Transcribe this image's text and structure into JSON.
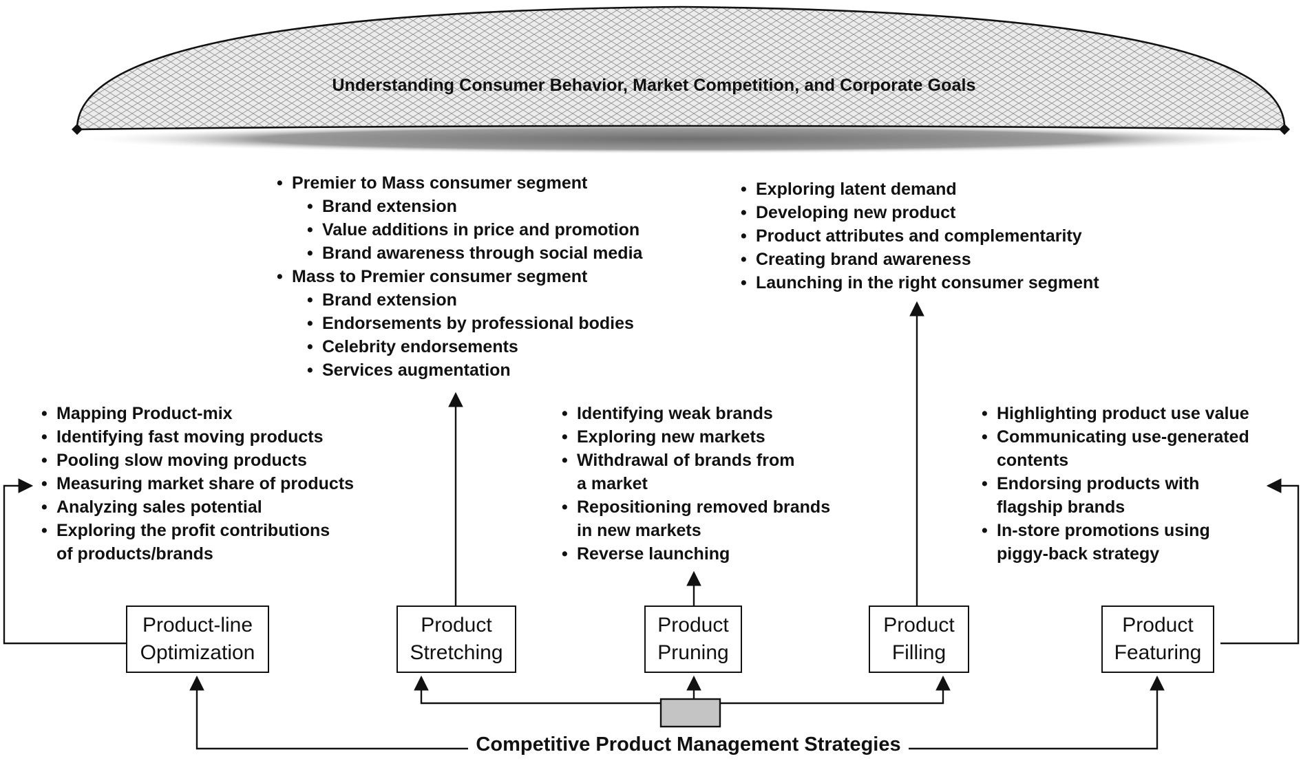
{
  "goal": {
    "label": "Understanding Consumer Behavior, Market Competition, and Corporate Goals"
  },
  "strategies": {
    "optimization": {
      "line1": "Product-line",
      "line2": "Optimization"
    },
    "stretching": {
      "line1": "Product",
      "line2": "Stretching"
    },
    "pruning": {
      "line1": "Product",
      "line2": "Pruning"
    },
    "filling": {
      "line1": "Product",
      "line2": "Filling"
    },
    "featuring": {
      "line1": "Product",
      "line2": "Featuring"
    }
  },
  "optimization_list": [
    "Mapping Product-mix",
    "Identifying fast moving products",
    "Pooling slow moving products",
    "Measuring market share of products",
    "Analyzing sales potential",
    "Exploring the profit contributions",
    "of products/brands"
  ],
  "stretching_list": {
    "group1": {
      "heading": "Premier to Mass consumer segment",
      "items": [
        "Brand extension",
        "Value additions in price and promotion",
        "Brand awareness through social media"
      ]
    },
    "group2": {
      "heading": "Mass to Premier consumer segment",
      "items": [
        "Brand extension",
        "Endorsements by professional bodies",
        "Celebrity endorsements",
        "Services augmentation"
      ]
    }
  },
  "pruning_list": [
    "Identifying weak brands",
    "Exploring new markets",
    "Withdrawal of brands from",
    "a market",
    "Repositioning removed brands",
    "in new markets",
    "Reverse launching"
  ],
  "filling_list": [
    "Exploring latent demand",
    "Developing new product",
    "Product attributes and complementarity",
    "Creating brand awareness",
    "Launching in the right consumer segment"
  ],
  "featuring_list": [
    "Highlighting product use value",
    "Communicating use-generated",
    "contents",
    "Endorsing products with",
    "flagship brands",
    "In-store promotions using",
    "piggy-back strategy"
  ],
  "root": {
    "label": "Competitive Product Management Strategies"
  },
  "colors": {
    "ink": "#111111",
    "hatch_fill": "#d9d9d9",
    "shadow": "#8c8c8c",
    "connector_fill": "#c4c4c4"
  }
}
